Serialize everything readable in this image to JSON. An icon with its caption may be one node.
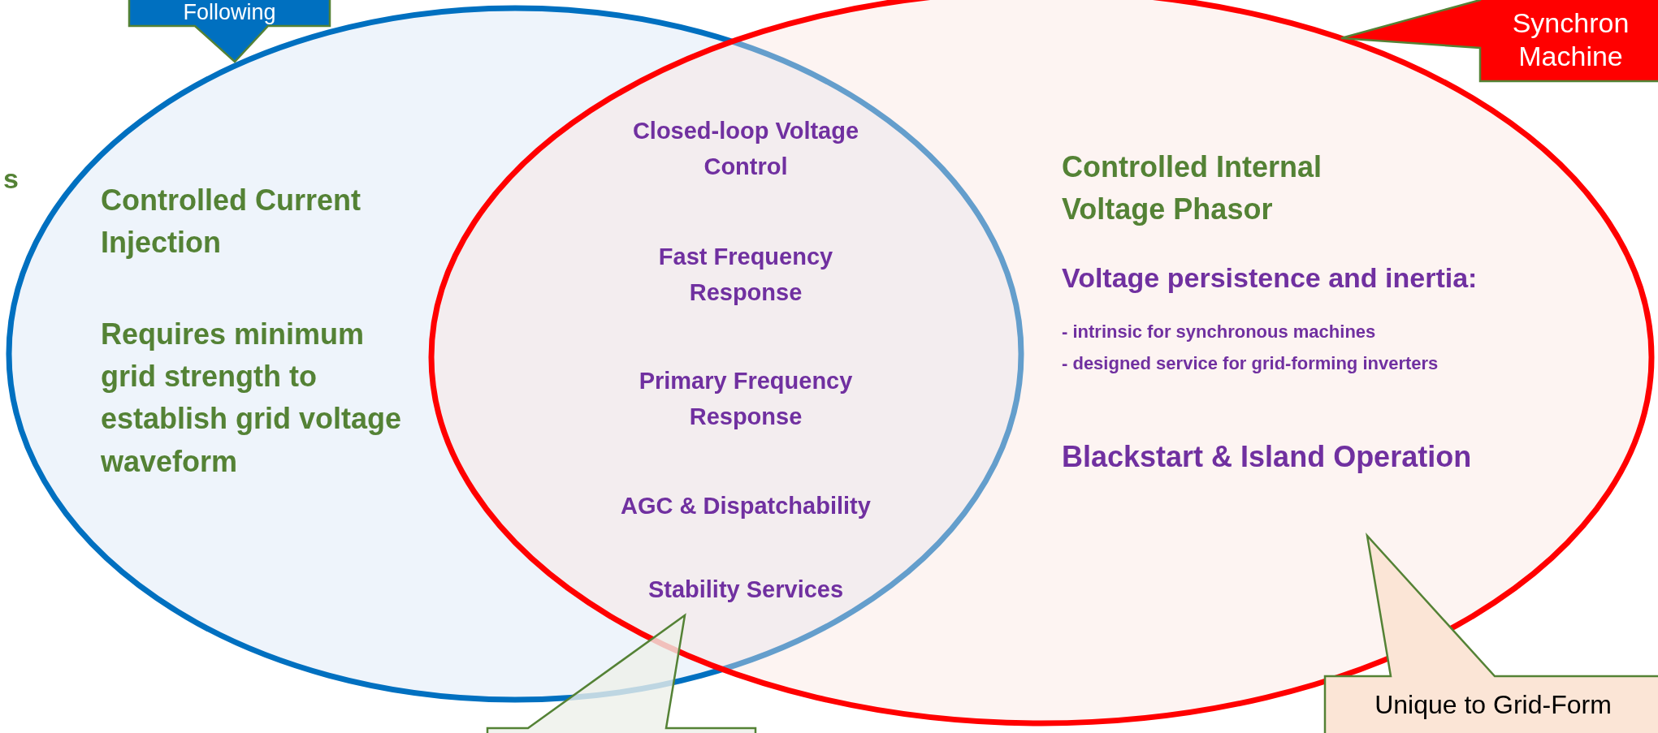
{
  "diagram": {
    "nodes": [
      {
        "text": [
          "Controlled Current Injection",
          "Requires minimum grid strength to establish grid voltage waveform"
        ]
      },
      {
        "text": [
          "Controlled Internal Voltage Phasor",
          "Voltage persistence and inertia:",
          "- intrinsic for synchronous machines",
          "- designed service for grid-forming inverters",
          "Blackstart & Island Operation"
        ]
      },
      {
        "text": [
          "Following"
        ]
      },
      {
        "text": [
          "Synchron Machine"
        ]
      },
      {
        "text": [
          "Unique to Grid-Form"
        ]
      },
      {
        "text": [],
        "shape": "callout"
      }
    ],
    "labels": [
      "s",
      "Closed-loop Voltage Control",
      "Fast Frequency Response",
      "Primary Frequency Response",
      "AGC & Dispatchability",
      "Stability Services"
    ]
  }
}
